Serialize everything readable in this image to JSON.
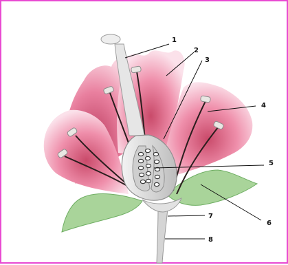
{
  "diagram": {
    "colors": {
      "border": "#e84ad2",
      "petal": "#f2a3bb",
      "petal_dark": "#d2506f",
      "sepal": "#a9d49a",
      "sepal_dark": "#6fae63",
      "ovary": "#dedede",
      "style": "#e6e6e6",
      "filament": "#2b1e1e",
      "anther": "#e9e7e3"
    },
    "labels": [
      {
        "number": "1",
        "part": "stigma"
      },
      {
        "number": "2",
        "part": "petal"
      },
      {
        "number": "3",
        "part": "style"
      },
      {
        "number": "4",
        "part": "stamen"
      },
      {
        "number": "5",
        "part": "ovule"
      },
      {
        "number": "6",
        "part": "sepal"
      },
      {
        "number": "7",
        "part": "receptacle"
      },
      {
        "number": "8",
        "part": "stalk"
      }
    ]
  }
}
